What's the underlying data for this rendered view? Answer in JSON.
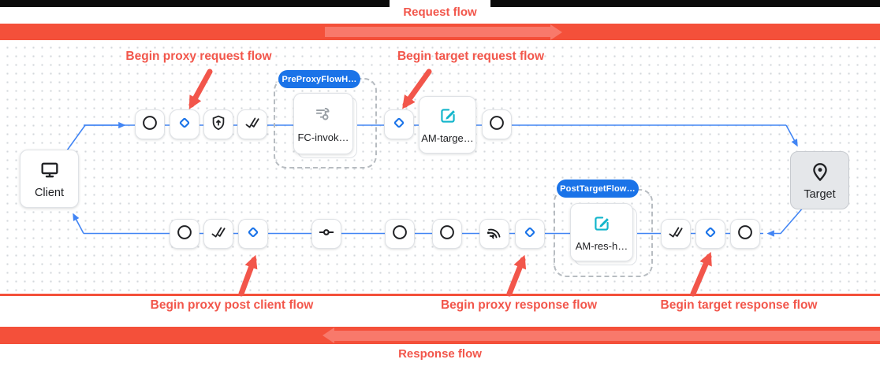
{
  "flow_bars": {
    "request_label": "Request flow",
    "response_label": "Response flow"
  },
  "callouts": {
    "begin_proxy_request": "Begin proxy request flow",
    "begin_target_request": "Begin target request flow",
    "begin_proxy_post_client": "Begin proxy post client flow",
    "begin_proxy_response": "Begin proxy response flow",
    "begin_target_response": "Begin target response flow"
  },
  "endpoints": {
    "client": "Client",
    "target": "Target"
  },
  "badges": {
    "pre_proxy_flow_hook": "PreProxyFlowH…",
    "post_target_flow_hook": "PostTargetFlow…"
  },
  "policies": {
    "flow_callout": "FC-invok…",
    "assign_message_target": "AM-targe…",
    "assign_message_response": "AM-res-h…"
  },
  "icons": {
    "client": "monitor-icon",
    "target": "map-pin-icon",
    "step": "circle-icon",
    "flow_marker": "diamond-icon",
    "security": "shield-icon",
    "verify": "double-check-icon",
    "wire": "inline-node-icon",
    "signal": "signal-waves-icon",
    "policy_edit": "edit-icon",
    "policy_flow_callout": "flow-callout-icon"
  },
  "colors": {
    "annotation_red": "#f2564b",
    "bar_red": "#f4503a",
    "bar_arrow_light": "#f8796b",
    "edge_blue": "#4285f4",
    "diamond_blue": "#1a73e8",
    "badge_blue": "#1a73e8",
    "policy_teal": "#12b5cb"
  }
}
